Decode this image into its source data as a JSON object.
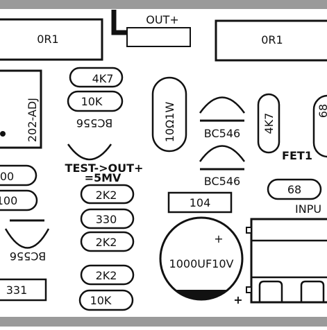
{
  "labels": {
    "out_plus": "OUT+",
    "r_0r1_left": "0R1",
    "r_0r1_right": "0R1",
    "r_4k7_top": "4K7",
    "r_10k_top": "10K",
    "bc556_top": "BC556",
    "reg_202_adj": "202-ADJ",
    "test_line1": "TEST->OUT+",
    "test_line2": "=5MV",
    "r_00": "00",
    "r_100": "100",
    "r_2k2_a": "2K2",
    "r_330": "330",
    "r_2k2_b": "2K2",
    "r_2k2_c": "2K2",
    "r_10k_bottom": "10K",
    "bc556_bottom": "BC556",
    "r_331": "331",
    "r_10ohm_1w": "10Ω1W",
    "bc546_top": "BC546",
    "bc546_bottom": "BC546",
    "r_104": "104",
    "cap_1000uf": "1000UF10V",
    "cap_plus": "+",
    "r_4k7_vertical": "4K7",
    "fet1": "FET1",
    "r_68": "68",
    "r_68_right_partial": "68",
    "input": "INPU",
    "conn_plus": "+"
  }
}
